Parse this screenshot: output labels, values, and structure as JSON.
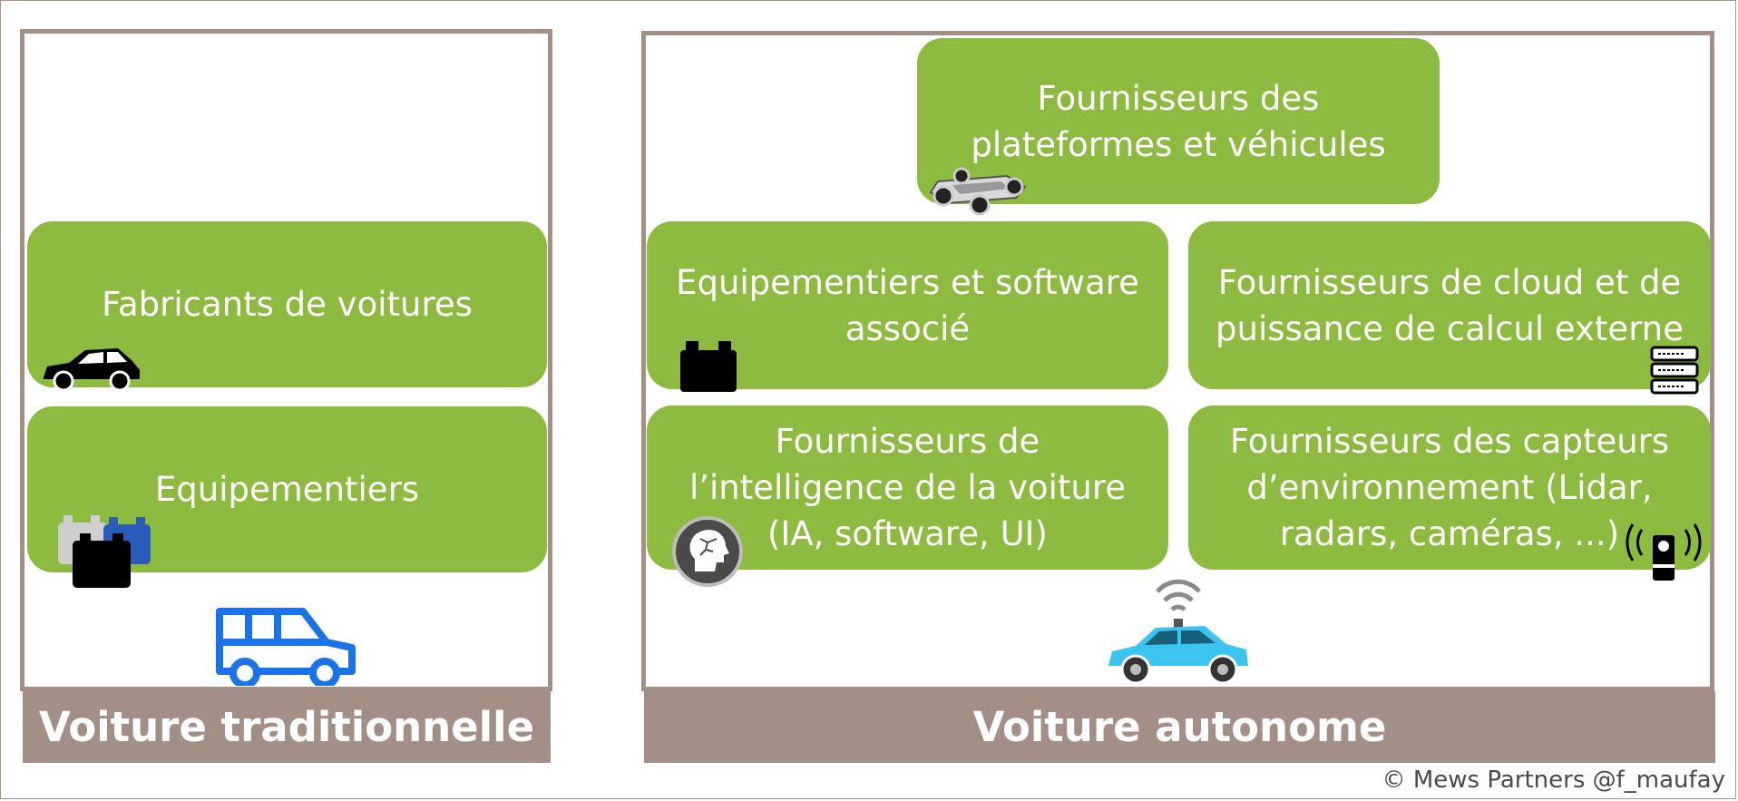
{
  "panels": {
    "traditional": {
      "footer": "Voiture traditionnelle",
      "boxes": [
        {
          "label": "Fabricants de voitures",
          "icon": "car-icon"
        },
        {
          "label": "Equipementiers",
          "icon": "blocks-icon"
        }
      ],
      "vehicle_icon": "van-icon"
    },
    "autonomous": {
      "footer": "Voiture autonome",
      "boxes": [
        {
          "label": "Fournisseurs des\nplateformes et véhicules",
          "icon": "chassis-icon"
        },
        {
          "label": "Equipementiers et software\nassocié",
          "icon": "battery-icon"
        },
        {
          "label": "Fournisseurs de cloud et de\npuissance de calcul externe",
          "icon": "server-icon"
        },
        {
          "label": "Fournisseurs de\nl’intelligence de la voiture\n(IA, software, UI)",
          "icon": "ai-head-icon"
        },
        {
          "label": "Fournisseurs des capteurs\nd’environnement (Lidar,\nradars, caméras, ...)",
          "icon": "sensor-icon"
        }
      ],
      "vehicle_icon": "connected-car-icon"
    }
  },
  "copyright": "© Mews Partners @f_maufay",
  "colors": {
    "box_green": "#8cbb3f",
    "panel_taupe": "#a48f86",
    "van_blue": "#1a73e8",
    "car_cyan": "#3cc4f0"
  }
}
